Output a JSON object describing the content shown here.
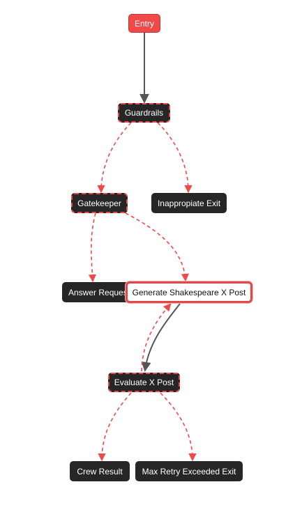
{
  "nodes": {
    "entry": "Entry",
    "guardrails": "Guardrails",
    "gatekeeper": "Gatekeeper",
    "inappropriate_exit": "Inappropiate Exit",
    "answer_request": "Answer Request",
    "generate_post": "Generate Shakespeare X Post",
    "evaluate_post": "Evaluate X Post",
    "crew_result": "Crew Result",
    "max_retry_exit": "Max Retry Exceeded Exit"
  },
  "edges": [
    {
      "from": "Entry",
      "to": "Guardrails",
      "style": "solid"
    },
    {
      "from": "Guardrails",
      "to": "Gatekeeper",
      "style": "dashed"
    },
    {
      "from": "Guardrails",
      "to": "Inappropiate Exit",
      "style": "dashed"
    },
    {
      "from": "Gatekeeper",
      "to": "Answer Request",
      "style": "dashed"
    },
    {
      "from": "Gatekeeper",
      "to": "Generate Shakespeare X Post",
      "style": "dashed"
    },
    {
      "from": "Generate Shakespeare X Post",
      "to": "Evaluate X Post",
      "style": "solid"
    },
    {
      "from": "Evaluate X Post",
      "to": "Generate Shakespeare X Post",
      "style": "dashed"
    },
    {
      "from": "Evaluate X Post",
      "to": "Crew Result",
      "style": "dashed"
    },
    {
      "from": "Evaluate X Post",
      "to": "Max Retry Exceeded Exit",
      "style": "dashed"
    }
  ],
  "colors": {
    "accent": "#f04949",
    "node_dark": "#262626",
    "solid_edge": "#555555"
  }
}
